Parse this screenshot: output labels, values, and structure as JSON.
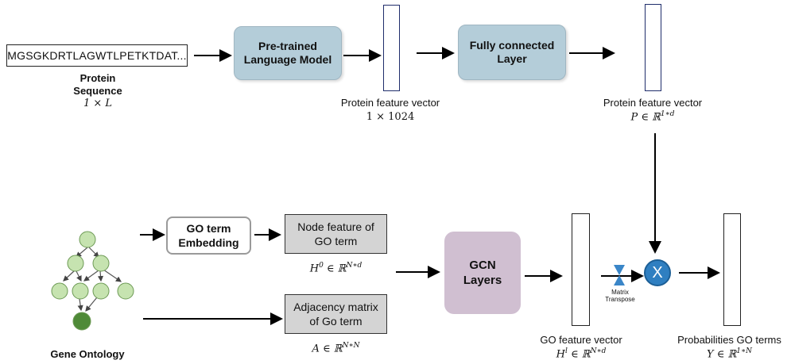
{
  "protein": {
    "sequence": "MGSGKDRTLAGWTLPETKTDAT...",
    "label_line1": "Protein",
    "label_line2": "Sequence",
    "dim": "1 × L"
  },
  "plm": {
    "line1": "Pre-trained",
    "line2": "Language Model"
  },
  "feat1": {
    "label": "Protein feature vector",
    "dim": "1 × 1024"
  },
  "fc": {
    "line1": "Fully connected",
    "line2": "Layer"
  },
  "feat2": {
    "label": "Protein feature vector",
    "dim": "P ∈ ℝ",
    "sup": "1∗d"
  },
  "go_embed": {
    "line1": "GO term",
    "line2": "Embedding"
  },
  "node_feat": {
    "line1": "Node feature of",
    "line2": "GO term",
    "dim": "H",
    "sup0": "0",
    "rest": " ∈ ℝ",
    "sup": "N∗d"
  },
  "adj": {
    "line1": "Adjacency matrix",
    "line2": "of Go term",
    "dim": "A ∈ ℝ",
    "sup": "N∗N"
  },
  "gcn": {
    "line1": "GCN",
    "line2": "Layers"
  },
  "go_feat": {
    "label": "GO feature vector",
    "dim": "H",
    "supl": "l",
    "rest": " ∈ ℝ",
    "sup": "N∗d"
  },
  "transpose": {
    "line1": "Matrix",
    "line2": "Transpose"
  },
  "multiply": {
    "symbol": "X"
  },
  "prob": {
    "label": "Probabilities GO terms",
    "dim": "Y ∈ ℝ",
    "sup": "1∗N"
  },
  "ontology": {
    "label": "Gene Ontology"
  },
  "colors": {
    "light_node": "#c6e3b0",
    "dark_node": "#4f8a38",
    "blue_box": "#b4cdd9",
    "gcn_box": "#d0bfd1",
    "circle": "#2f7fc1"
  }
}
